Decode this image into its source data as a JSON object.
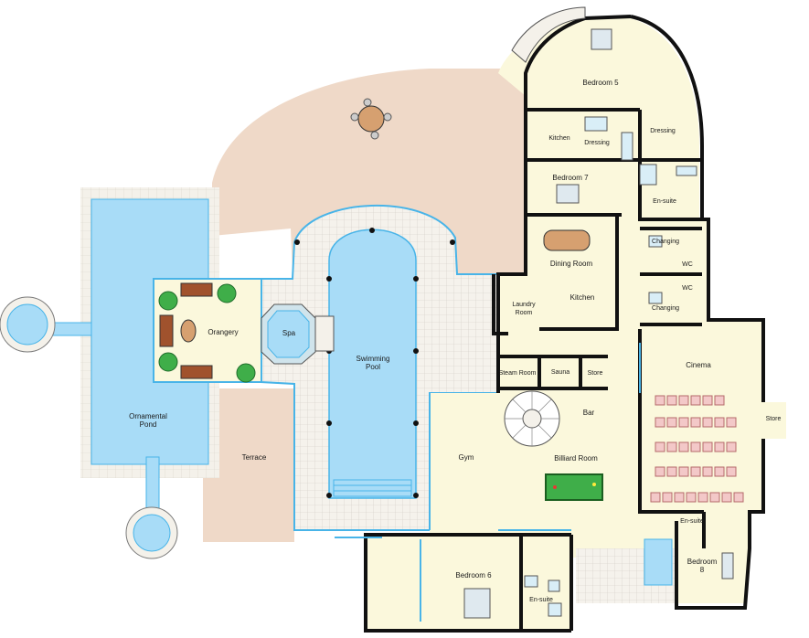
{
  "rooms": {
    "bedroom5": "Bedroom 5",
    "kitchen_small": "Kitchen",
    "dressing_small": "Dressing",
    "dressing": "Dressing",
    "bedroom7": "Bedroom 7",
    "ensuite_upper": "En-suite",
    "dining_room": "Dining Room",
    "changing_upper": "Changing",
    "wc_upper": "WC",
    "wc_lower": "WC",
    "changing_lower": "Changing",
    "laundry": "Laundry Room",
    "kitchen": "Kitchen",
    "orangery": "Orangery",
    "spa": "Spa",
    "swimming_pool": "Swimming Pool",
    "steam_room": "Steam Room",
    "sauna": "Sauna",
    "store_mid": "Store",
    "bar": "Bar",
    "cinema": "Cinema",
    "store_right": "Store",
    "ornamental_pond": "Ornamental Pond",
    "terrace": "Terrace",
    "gym": "Gym",
    "billiard_room": "Billiard Room",
    "ensuite_right": "En-suite",
    "bedroom8": "Bedroom 8",
    "bedroom6": "Bedroom 6",
    "ensuite_lower": "En-suite"
  },
  "colors": {
    "wall": "#111111",
    "floor": "#fbf8dc",
    "terrace": "#efd9c8",
    "water": "#a8dcf7",
    "tile": "#f4f1ea",
    "glass": "#48b4e8",
    "bath": "#d9eef7",
    "table": "#d6a070"
  }
}
